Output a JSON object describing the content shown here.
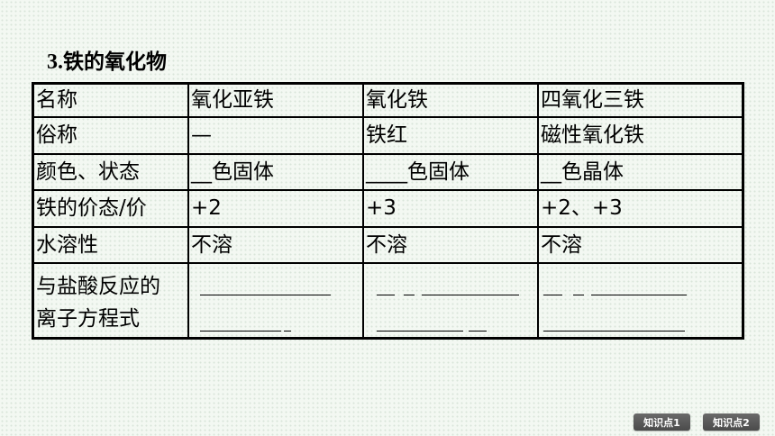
{
  "slide": {
    "title_number": "3.",
    "title_text": "铁的氧化物"
  },
  "table": {
    "rows": [
      {
        "label": "名称",
        "cells": [
          "氧化亚铁",
          "氧化铁",
          "四氧化三铁"
        ]
      },
      {
        "label": "俗称",
        "cells": [
          "—",
          "铁红",
          "磁性氧化铁"
        ]
      },
      {
        "label": "颜色、状态",
        "cells": [
          "__色固体",
          "____色固体",
          "__色晶体"
        ]
      },
      {
        "label": "铁的价态/价",
        "cells": [
          "+2",
          "+3",
          "+2、+3"
        ]
      },
      {
        "label": "水溶性",
        "cells": [
          "不溶",
          "不溶",
          "不溶"
        ]
      },
      {
        "label_lines": [
          "与盐酸反应的",
          "离子方程式"
        ]
      }
    ]
  },
  "nav": {
    "buttons": [
      "知识点1",
      "知识点2"
    ]
  },
  "colors": {
    "background": "#f3f8f2",
    "table_border": "#000000",
    "nav_button_bg": "#555555",
    "nav_button_text": "#ffffff"
  }
}
